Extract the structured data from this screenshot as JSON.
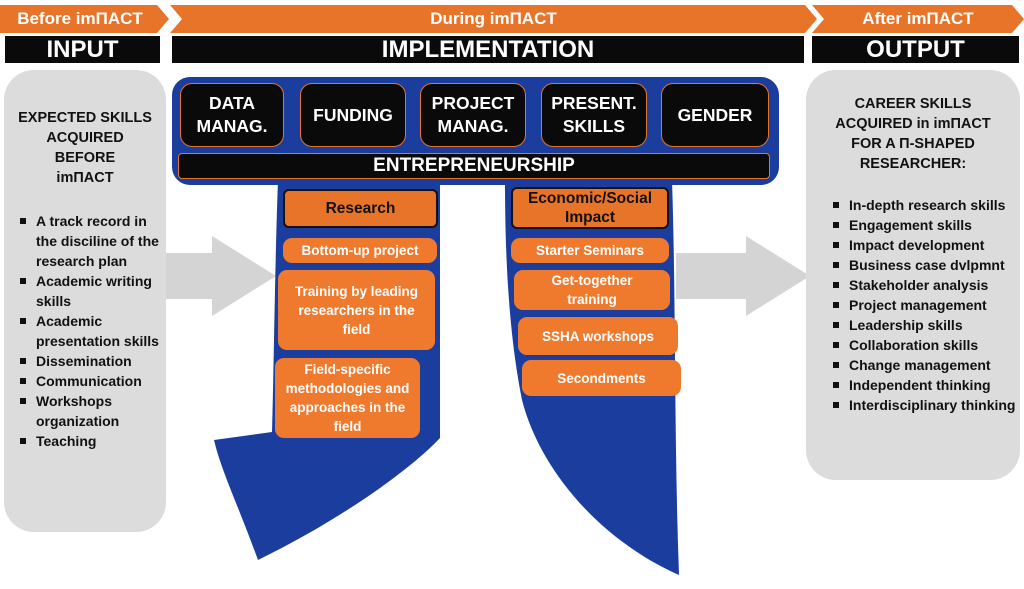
{
  "header": {
    "before_label": "Before imПACT",
    "during_label": "During imПACT",
    "after_label": "After imПACT"
  },
  "bars": {
    "input": "INPUT",
    "implementation": "IMPLEMENTATION",
    "output": "OUTPUT"
  },
  "input_panel": {
    "title_lines": [
      "EXPECTED SKILLS",
      "ACQUIRED",
      "BEFORE",
      "imПACT"
    ],
    "items": [
      "A track record in the disciline of the research plan",
      "Academic writing skills",
      "Academic presentation skills",
      "Dissemination",
      "Communication",
      "Workshops organization",
      "Teaching"
    ]
  },
  "output_panel": {
    "title_lines": [
      "CAREER SKILLS",
      "ACQUIRED in imПACT",
      "FOR A П-SHAPED",
      "RESEARCHER:"
    ],
    "items": [
      "In-depth research skills",
      "Engagement skills",
      "Impact development",
      "Business case dvlpmnt",
      "Stakeholder analysis",
      "Project management",
      "Leadership skills",
      "Collaboration skills",
      "Change management",
      "Independent thinking",
      "Interdisciplinary thinking"
    ]
  },
  "categories": [
    {
      "line1": "DATA",
      "line2": "MANAG."
    },
    {
      "line1": "FUNDING",
      "line2": ""
    },
    {
      "line1": "PROJECT",
      "line2": "MANAG."
    },
    {
      "line1": "PRESENT.",
      "line2": "SKILLS"
    },
    {
      "line1": "GENDER",
      "line2": ""
    }
  ],
  "entrepreneurship": "ENTREPRENEURSHIP",
  "left_leg": {
    "heading": "Research",
    "items": [
      "Bottom-up project",
      "Training by leading researchers in the field",
      "Field-specific methodologies and approaches in the field"
    ]
  },
  "right_leg": {
    "heading": "Economic/Social Impact",
    "items": [
      "Starter Seminars",
      "Get-together training",
      "SSHA workshops",
      "Secondments"
    ]
  },
  "colors": {
    "orange": "#e8742a",
    "blue": "#1a3d9e",
    "black": "#0a0a0a",
    "grey_panel": "#dcdcdc",
    "arrow_grey": "#d4d4d4"
  }
}
